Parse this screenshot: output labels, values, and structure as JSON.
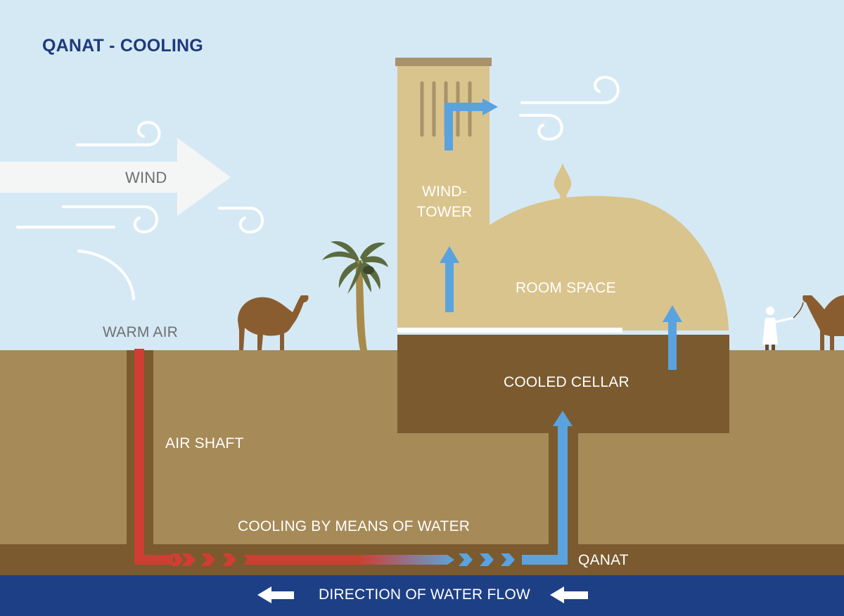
{
  "title": "QANAT - COOLING",
  "labels": {
    "wind": "WIND",
    "warm_air": "WARM AIR",
    "wind_tower_line1": "WIND-",
    "wind_tower_line2": "TOWER",
    "room_space": "ROOM SPACE",
    "cooled_cellar": "COOLED CELLAR",
    "air_shaft": "AIR SHAFT",
    "cooling_by_water": "COOLING BY MEANS OF WATER",
    "qanat": "QANAT",
    "water_flow": "DIRECTION OF WATER FLOW"
  },
  "colors": {
    "sky": "#d5e9f5",
    "ground": "#a68a58",
    "cellar": "#7a5a2e",
    "building": "#d9c48e",
    "water": "#1d3f86",
    "warm_air": "#cf3e32",
    "cool_air": "#5aa3df",
    "title": "#1f3a7a"
  }
}
